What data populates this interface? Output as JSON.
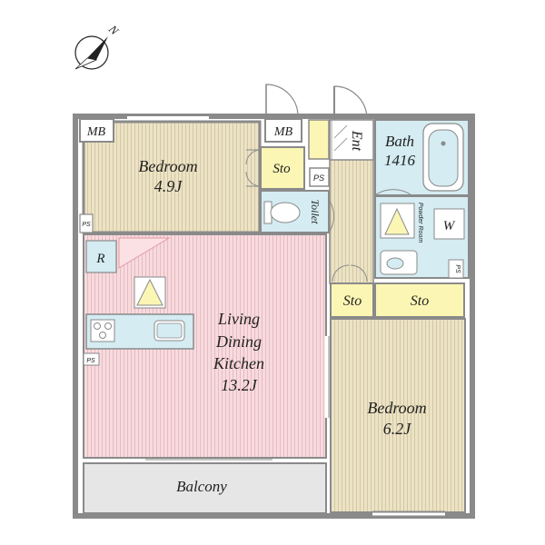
{
  "compass": {
    "north_label": "N",
    "icon": "compass-icon"
  },
  "rooms": {
    "bedroom_top": {
      "name": "Bedroom",
      "size": "4.9J"
    },
    "ldk": {
      "line1": "Living",
      "line2": "Dining",
      "line3": "Kitchen",
      "size": "13.2J"
    },
    "bedroom_bottom": {
      "name": "Bedroom",
      "size": "6.2J"
    },
    "balcony": {
      "name": "Balcony"
    },
    "bath": {
      "name": "Bath",
      "size": "1416"
    },
    "toilet": {
      "name": "Toilet"
    },
    "entrance": {
      "name": "Ent"
    },
    "powder_room": {
      "name": "Powder Room"
    },
    "washer": {
      "name": "W"
    },
    "refrigerator": {
      "name": "R"
    }
  },
  "storage": {
    "sto_top": "Sto",
    "sto_mid": "Sto",
    "sto_right": "Sto"
  },
  "fixtures": {
    "mb_left": "MB",
    "mb_mid": "MB",
    "ps_top": "PS",
    "ps_left_upper": "PS",
    "ps_left_lower": "PS",
    "ps_right": "PS"
  },
  "colors": {
    "wall": "#8a8a8a",
    "bedroom_floor": "#ece3c6",
    "ldk_floor": "#f7d9dc",
    "wet_area": "#d4ecf2",
    "storage": "#fbf6b4",
    "balcony": "#e6e6e6"
  }
}
